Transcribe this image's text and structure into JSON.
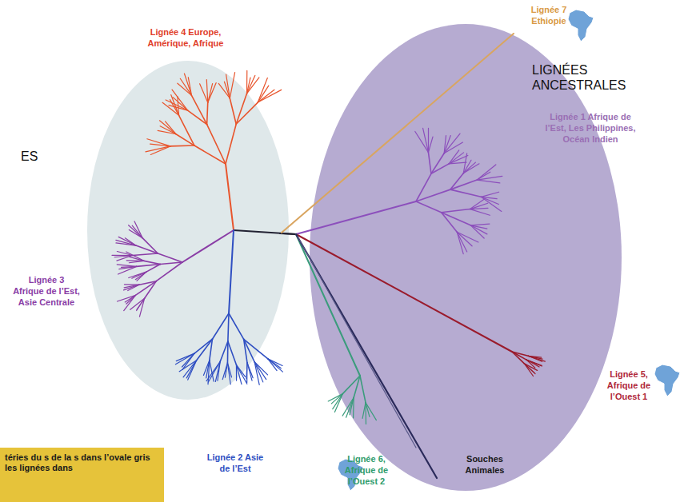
{
  "diagram": {
    "nodes": [
      {
        "text": [
          "LIGNÉES ANCESTRALES"
        ]
      },
      {
        "text": [
          "téries du s de la s dans l’ovale gris les lignées dans"
        ]
      }
    ],
    "labels": [
      "Lignée 7 Ethiopie",
      "Lignée 4 Europe, Amérique, Afrique",
      "Lignée 1 Afrique de l’Est, Les Philippines, Océan Indien",
      "ES",
      "Lignée 3 Afrique de l’Est, Asie Centrale",
      "Lignée 5, Afrique de l’Ouest 1",
      "Lignée 2 Asie de l’Est",
      "Lignée 6, Afrique de l’Ouest 2",
      "Souches Animales"
    ]
  }
}
